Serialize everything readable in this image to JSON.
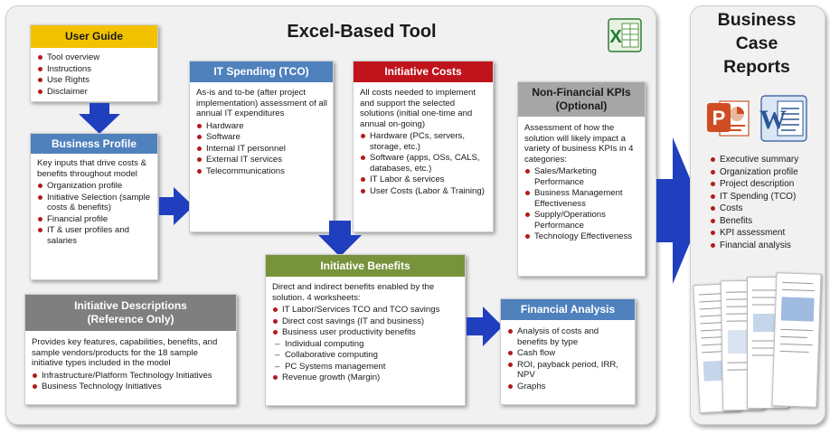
{
  "main_title": "Excel-Based Tool",
  "reports": {
    "title_lines": [
      "Business",
      "Case",
      "Reports"
    ],
    "items": [
      "Executive summary",
      "Organization profile",
      "Project description",
      "IT Spending (TCO)",
      "Costs",
      "Benefits",
      "KPI assessment",
      "Financial analysis"
    ]
  },
  "user_guide": {
    "title": "User Guide",
    "items": [
      "Tool overview",
      "Instructions",
      "Use Rights",
      "Disclaimer"
    ]
  },
  "business_profile": {
    "title": "Business Profile",
    "text": "Key inputs that drive costs & benefits throughout model",
    "items": [
      "Organization profile",
      "Initiative Selection (sample costs & benefits)",
      "Financial profile",
      "IT & user profiles and salaries"
    ]
  },
  "it_spending": {
    "title": "IT Spending (TCO)",
    "text": "As-is and to-be (after project implementation) assessment of all annual IT expenditures",
    "items": [
      "Hardware",
      "Software",
      "Internal IT personnel",
      "External IT services",
      "Telecommunications"
    ]
  },
  "initiative_costs": {
    "title": "Initiative Costs",
    "text": "All costs needed to implement and support the selected solutions (initial one-time and annual on-going)",
    "items": [
      "Hardware (PCs, servers, storage, etc.)",
      "Software  (apps, OSs, CALS, databases, etc.)",
      "IT Labor & services",
      "User Costs (Labor & Training)"
    ]
  },
  "non_financial": {
    "title_lines": [
      "Non-Financial KPIs",
      "(Optional)"
    ],
    "text": "Assessment of how the solution  will likely impact a variety of business KPIs in 4 categories:",
    "items": [
      "Sales/Marketing Performance",
      "Business Management Effectiveness",
      "Supply/Operations Performance",
      "Technology Effectiveness"
    ]
  },
  "initiative_descriptions": {
    "title_lines": [
      "Initiative Descriptions",
      "(Reference Only)"
    ],
    "text": "Provides key features, capabilities, benefits, and sample vendors/products for the 18 sample initiative types included in the model",
    "items": [
      "Infrastructure/Platform Technology Initiatives",
      "Business Technology Initiatives"
    ]
  },
  "initiative_benefits": {
    "title": "Initiative Benefits",
    "text": "Direct and indirect benefits enabled by the solution. 4 worksheets:",
    "items": [
      "IT Labor/Services TCO and TCO savings",
      "Direct cost savings (IT and business)",
      "Business user productivity benefits"
    ],
    "sub_items": [
      "Individual computing",
      "Collaborative computing",
      "PC Systems management"
    ],
    "last_item": "Revenue growth (Margin)"
  },
  "financial_analysis": {
    "title": "Financial Analysis",
    "items": [
      "Analysis of costs and benefits by type",
      "Cash flow",
      "ROI, payback period, IRR, NPV",
      "Graphs"
    ]
  },
  "colors": {
    "user_guide": "#f2c200",
    "blue_header": "#4f81bd",
    "red_header": "#c0141c",
    "gray_header": "#a6a6a6",
    "dark_gray_header": "#7f7f7f",
    "green_header": "#77933c",
    "arrow": "#1f3fbf"
  },
  "icons": [
    "excel-icon",
    "powerpoint-icon",
    "word-icon"
  ]
}
